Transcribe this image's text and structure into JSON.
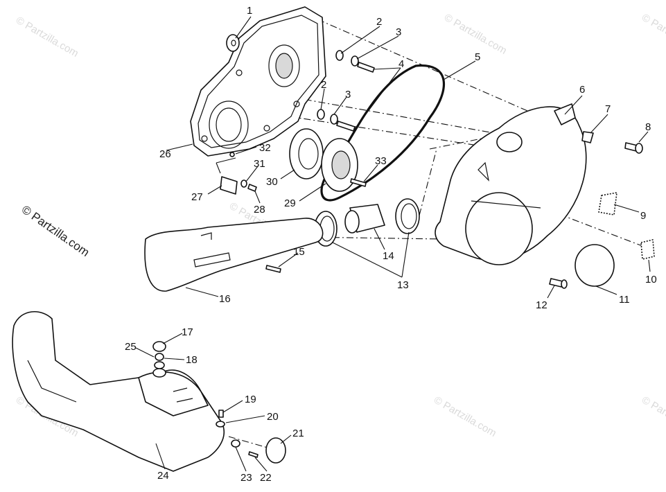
{
  "watermark": "© Partzilla.com",
  "callouts": {
    "c1": "1",
    "c2a": "2",
    "c2b": "2",
    "c3a": "3",
    "c3b": "3",
    "c4": "4",
    "c5": "5",
    "c6": "6",
    "c7": "7",
    "c8": "8",
    "c9": "9",
    "c10": "10",
    "c11": "11",
    "c12": "12",
    "c13": "13",
    "c14": "14",
    "c15": "15",
    "c16": "16",
    "c17": "17",
    "c18": "18",
    "c19": "19",
    "c20": "20",
    "c21": "21",
    "c22": "22",
    "c23": "23",
    "c24": "24",
    "c25": "25",
    "c26": "26",
    "c27": "27",
    "c28": "28",
    "c29": "29",
    "c30": "30",
    "c31": "31",
    "c32": "32",
    "c33": "33"
  },
  "colors": {
    "line": "#111111",
    "watermark": "#bdbdbd"
  }
}
